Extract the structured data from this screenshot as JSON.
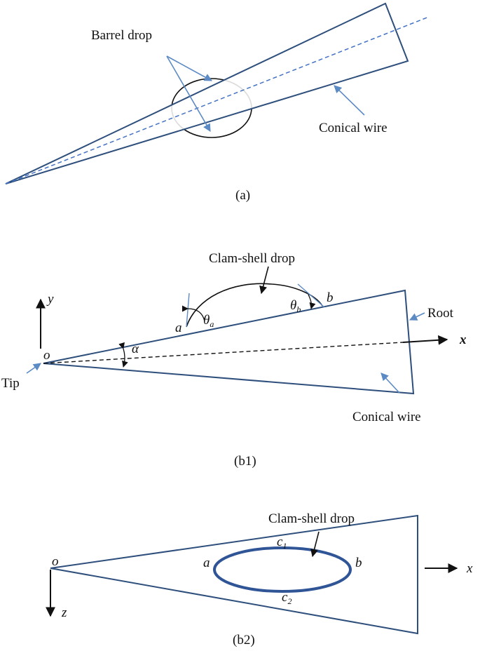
{
  "panel_a": {
    "caption": "(a)",
    "label_barrel_drop": "Barrel drop",
    "label_conical_wire": "Conical wire"
  },
  "panel_b1": {
    "caption": "(b1)",
    "label_clam_shell_drop": "Clam-shell drop",
    "label_root": "Root",
    "label_tip": "Tip",
    "label_conical_wire": "Conical wire",
    "axis_y": "y",
    "axis_x": "x",
    "origin": "o",
    "point_a": "a",
    "point_b": "b",
    "theta": "θ",
    "theta_a_sub": "a",
    "theta_b_sub": "b",
    "alpha": "α"
  },
  "panel_b2": {
    "caption": "(b2)",
    "label_clam_shell_drop": "Clam-shell drop",
    "origin": "o",
    "axis_x": "x",
    "axis_z": "z",
    "point_a": "a",
    "point_b": "b",
    "c": "c",
    "c1_sub": "1",
    "c2_sub": "2"
  },
  "colors": {
    "wire": "#2e4f7c",
    "arrow": "#5b8ac4",
    "drop": "#2f5597",
    "black": "#111111"
  }
}
